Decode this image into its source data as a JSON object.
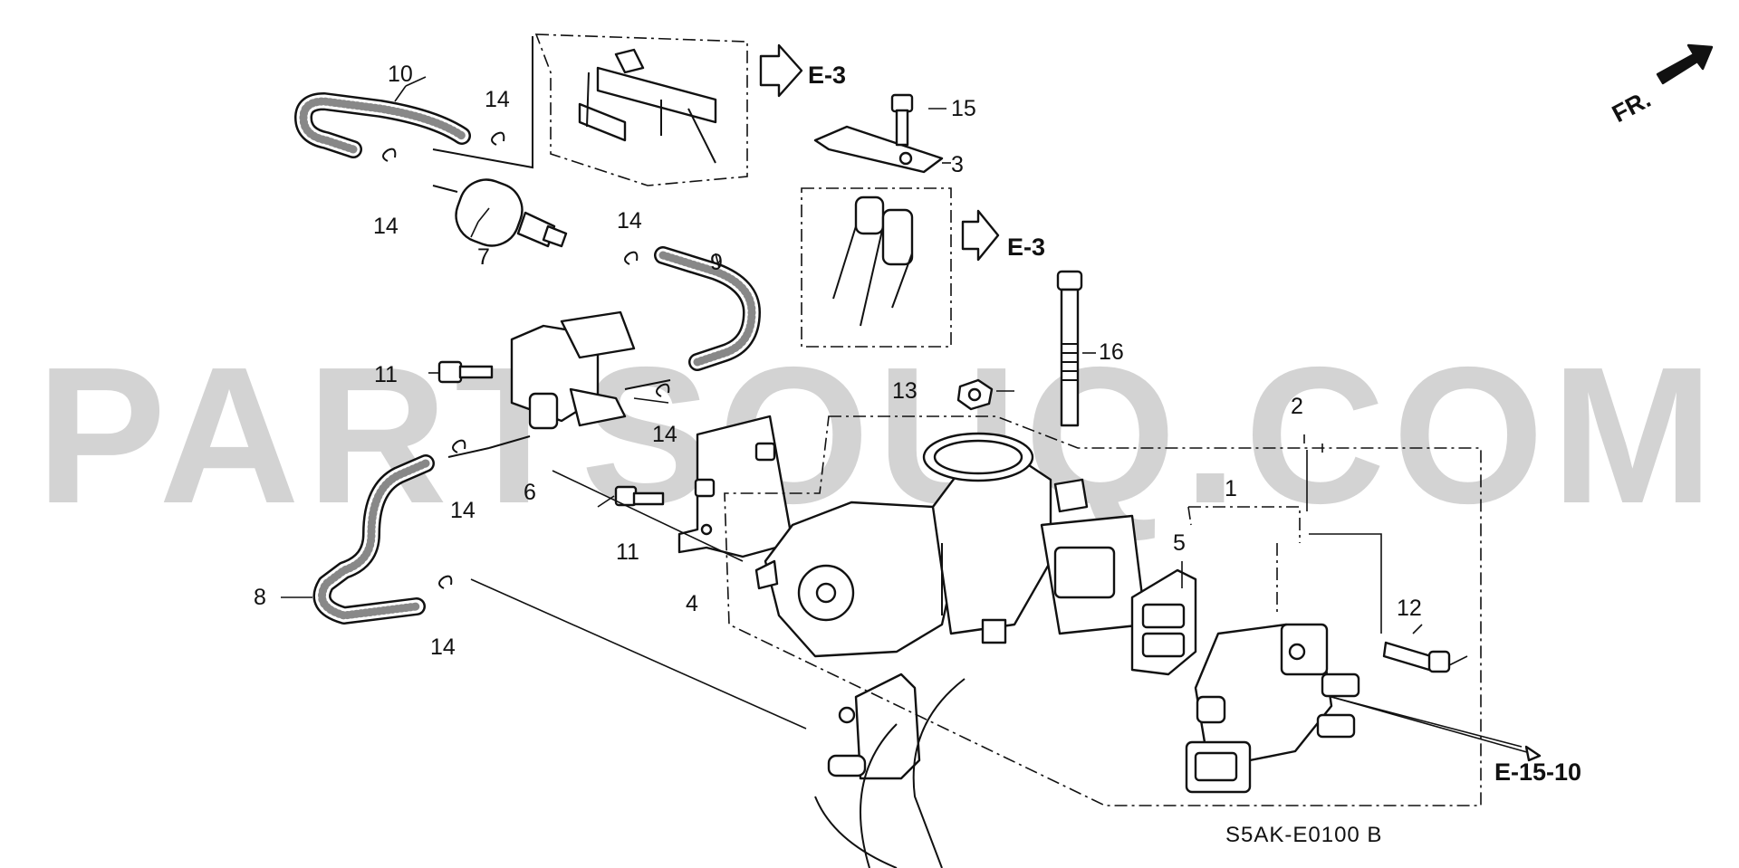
{
  "watermark": "PARTSOUQ.COM",
  "diagram_code": "S5AK-E0100 B",
  "front_indicator": "FR.",
  "references": {
    "ref_e3_fuel_rail": "E-3",
    "ref_e3_intake": "E-3",
    "ref_e15_10": "E-15-10"
  },
  "callouts": {
    "n1": "1",
    "n2": "2",
    "n3": "3",
    "n4": "4",
    "n5": "5",
    "n6": "6",
    "n7": "7",
    "n8": "8",
    "n9": "9",
    "n10": "10",
    "n11a": "11",
    "n11b": "11",
    "n12": "12",
    "n13": "13",
    "n14a": "14",
    "n14b": "14",
    "n14c": "14",
    "n14d": "14",
    "n14e": "14",
    "n14f": "14",
    "n15": "15",
    "n16": "16"
  }
}
